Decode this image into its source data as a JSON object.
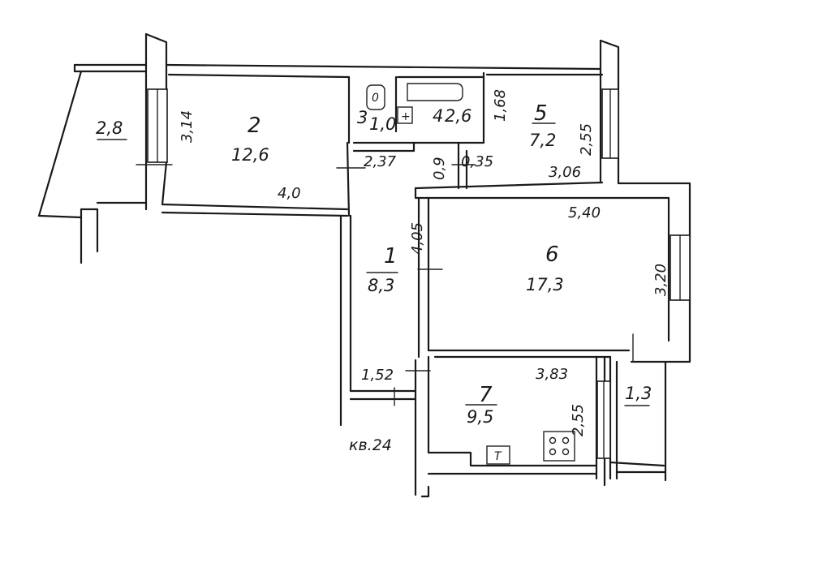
{
  "apartment_label": "кв.24",
  "rooms": [
    {
      "id": "1",
      "number": "1",
      "area": "8,3"
    },
    {
      "id": "2",
      "number": "2",
      "area": "12,6"
    },
    {
      "id": "3",
      "number": "3",
      "area": "1,0"
    },
    {
      "id": "4",
      "number": "4",
      "area": "2,6"
    },
    {
      "id": "5",
      "number": "5",
      "area": "7,2"
    },
    {
      "id": "6",
      "number": "6",
      "area": "17,3"
    },
    {
      "id": "7",
      "number": "7",
      "area": "9,5"
    },
    {
      "id": "balcony-left",
      "number": "",
      "area": "2,8"
    },
    {
      "id": "loggia-right",
      "number": "",
      "area": "1,3"
    }
  ],
  "dimensions": [
    {
      "id": "room2-height",
      "text": "3,14"
    },
    {
      "id": "room2-width",
      "text": "4,0"
    },
    {
      "id": "corridor-upper",
      "text": "2,37"
    },
    {
      "id": "bath-width",
      "text": "1,68"
    },
    {
      "id": "hall-small",
      "text": "0,9"
    },
    {
      "id": "hall-small-2",
      "text": "0,35"
    },
    {
      "id": "room5-height",
      "text": "2,55"
    },
    {
      "id": "room5-width",
      "text": "3,06"
    },
    {
      "id": "room6-top",
      "text": "5,40"
    },
    {
      "id": "room1-length",
      "text": "4,05"
    },
    {
      "id": "room6-height",
      "text": "3,20"
    },
    {
      "id": "corridor-lower",
      "text": "1,52"
    },
    {
      "id": "kitchen-width",
      "text": "3,83"
    },
    {
      "id": "kitchen-height",
      "text": "2,55"
    }
  ],
  "fixtures": {
    "toilet_glyph": "0",
    "sink_glyph": "+",
    "fridge_glyph": "T"
  }
}
